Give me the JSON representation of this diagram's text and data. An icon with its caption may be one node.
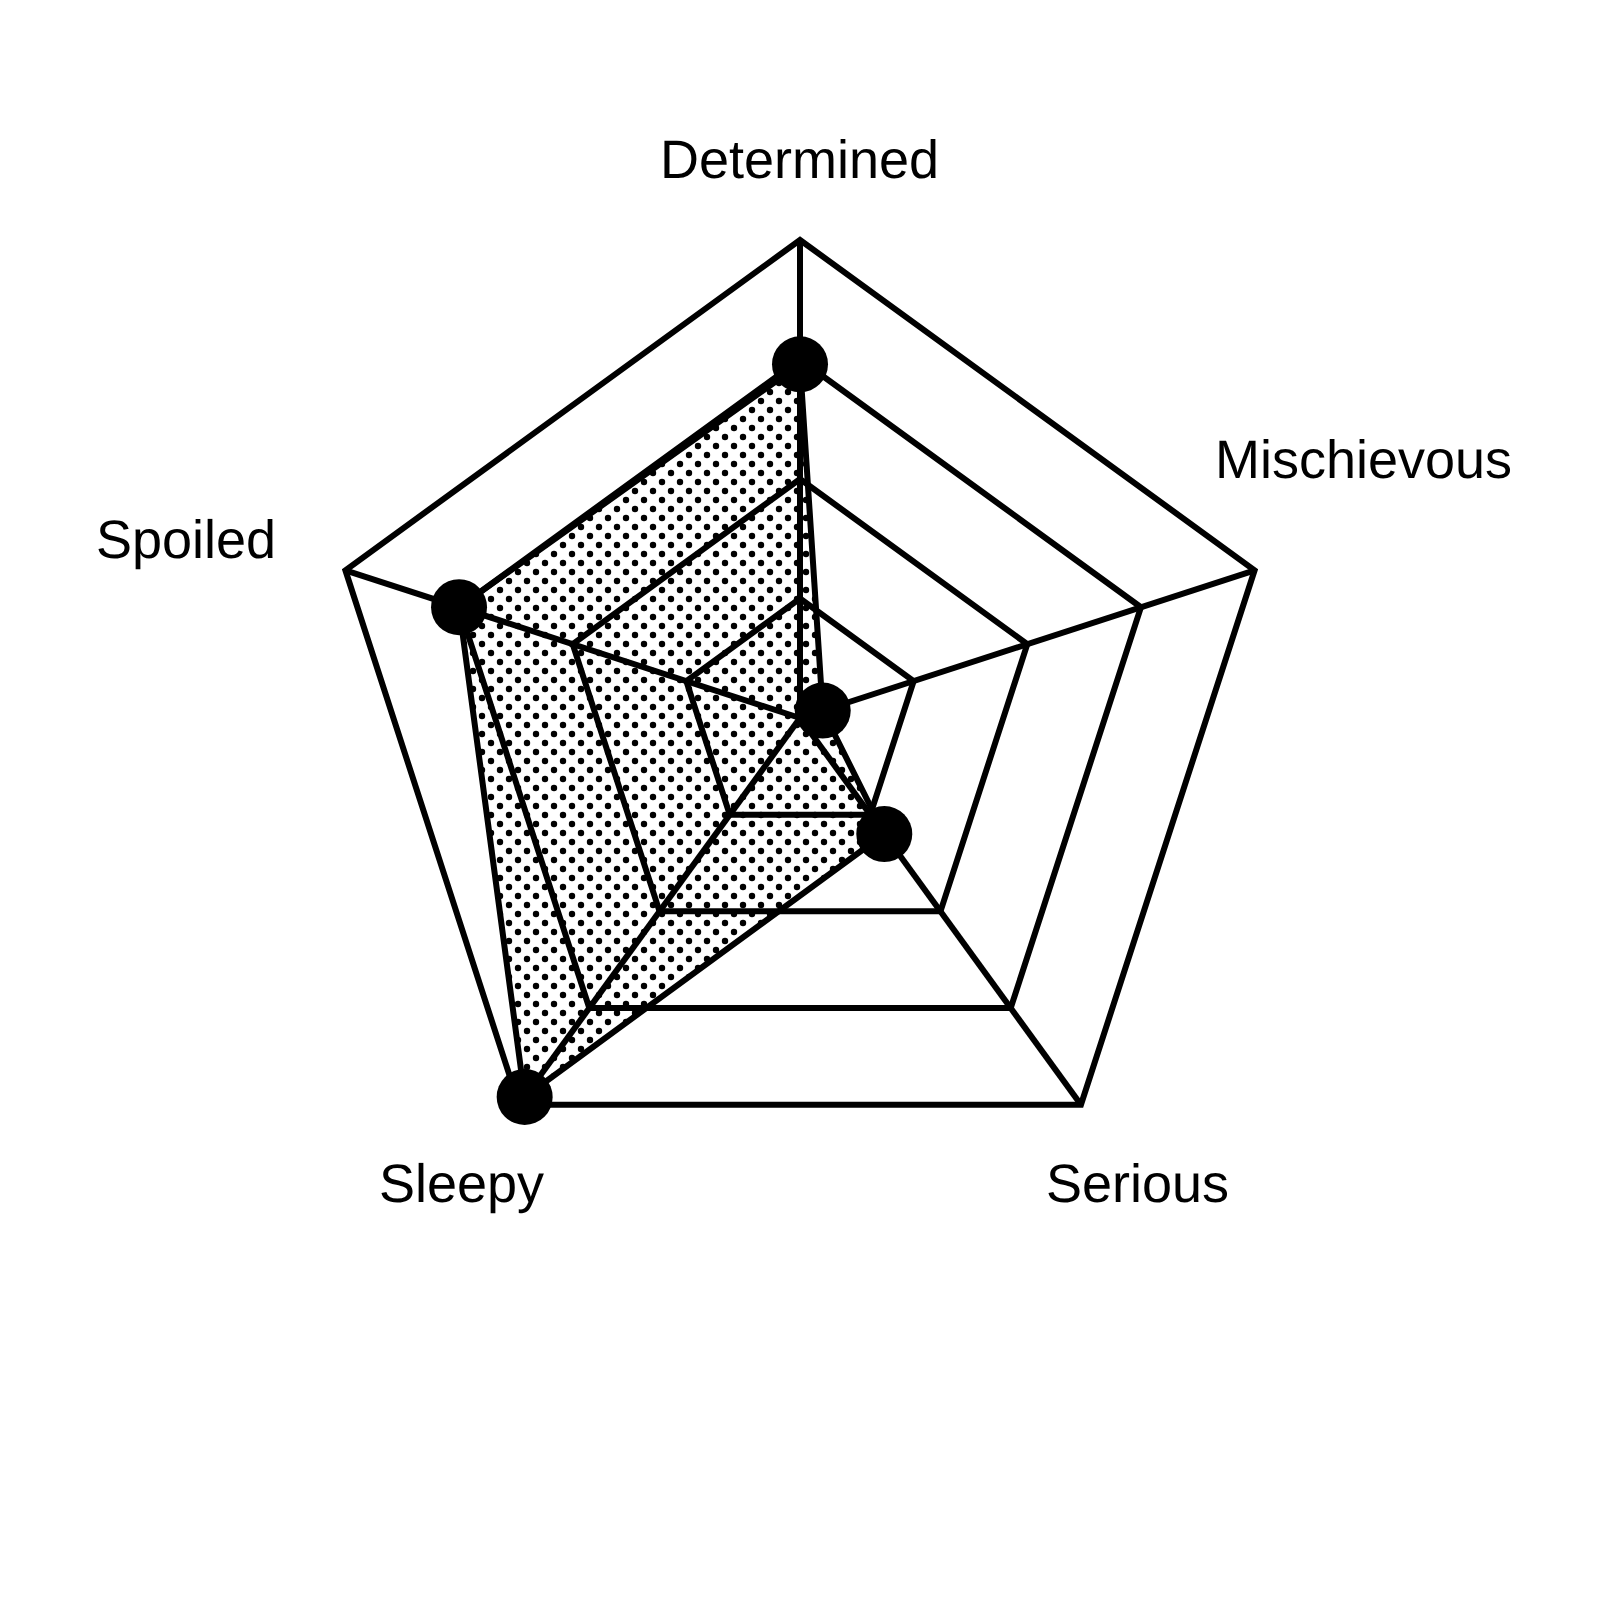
{
  "diagram": {
    "labels": [
      "Determined",
      "Mischievous",
      "Spoiled",
      "Sleepy",
      "Serious"
    ]
  }
}
